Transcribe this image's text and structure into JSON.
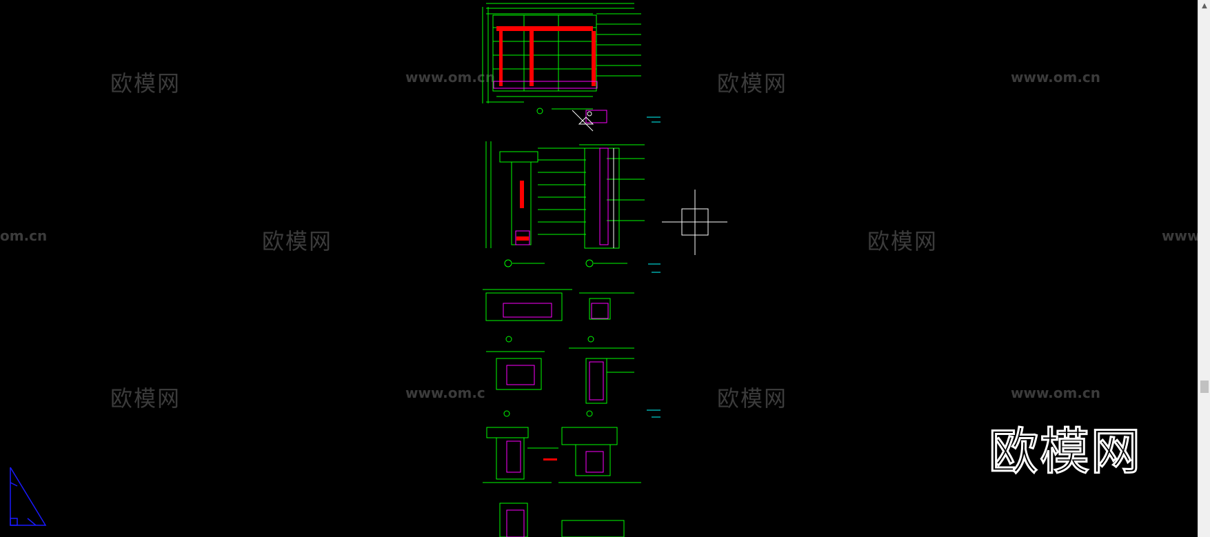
{
  "watermarks": {
    "cn": "欧模网",
    "url": "www.om.cn",
    "url_partial_left": "om.cn",
    "url_partial_right": "www.",
    "url_partial_mid1": "www.om.c",
    "url_partial_mid2": "www.om.c"
  },
  "big_watermark": "欧模网",
  "scrollbar": {
    "up_arrow": "▲"
  },
  "colors": {
    "background": "#000000",
    "green": "#00ff00",
    "red": "#ff0000",
    "magenta": "#ff00ff",
    "cyan": "#00ffff",
    "white": "#ffffff",
    "blue": "#1a1aff"
  }
}
